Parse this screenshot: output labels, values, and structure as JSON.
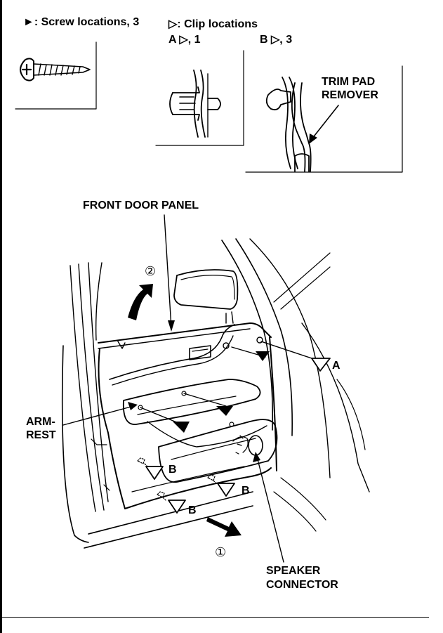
{
  "header": {
    "screw_legend": "►: Screw locations, 3",
    "clip_legend": "▷: Clip locations",
    "clip_a_count": "A ▷, 1",
    "clip_b_count": "B ▷, 3"
  },
  "callouts": {
    "trim_pad_line1": "TRIM PAD",
    "trim_pad_line2": "REMOVER",
    "front_door_panel": "FRONT DOOR PANEL",
    "armrest_line1": "ARM-",
    "armrest_line2": "REST",
    "speaker_line1": "SPEAKER",
    "speaker_line2": "CONNECTOR",
    "clip_a": "A",
    "clip_b1": "B",
    "clip_b2": "B",
    "clip_b3": "B",
    "step_1": "①",
    "step_2": "②"
  },
  "colors": {
    "ink": "#000000",
    "paper": "#ffffff"
  }
}
